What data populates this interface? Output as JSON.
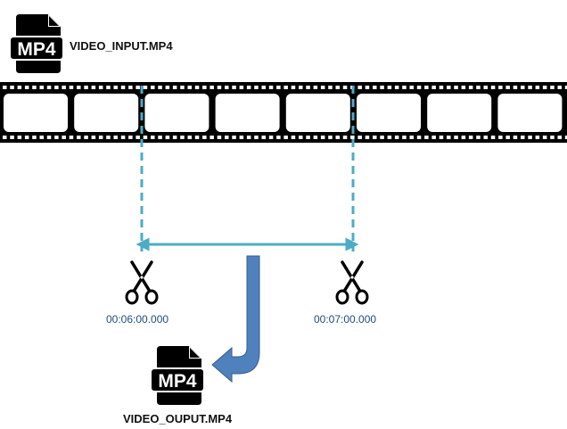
{
  "input_file": {
    "icon": "mp4-file-icon",
    "badge": "MP4",
    "name": "VIDEO_INPUT.MP4"
  },
  "output_file": {
    "icon": "mp4-file-icon",
    "badge": "MP4",
    "name": "VIDEO_OUPUT.MP4"
  },
  "film_strip": {
    "icon": "film-strip",
    "frame_count": 8
  },
  "cut_start": {
    "icon": "scissors-icon",
    "time": "00:06:00.000"
  },
  "cut_end": {
    "icon": "scissors-icon",
    "time": "00:07:00.000"
  },
  "colors": {
    "marker": "#4bacc6",
    "arrow": "#4f81bd",
    "arrow_border": "#385d8a",
    "time_text": "#1f4e79",
    "film": "#000000"
  }
}
